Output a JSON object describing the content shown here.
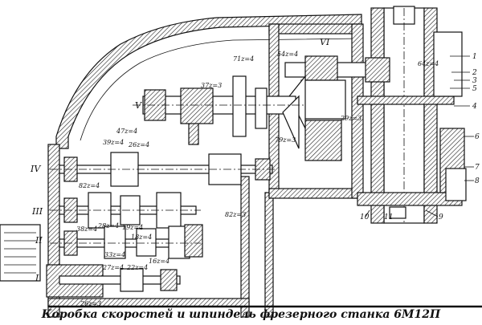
{
  "caption": "Коробка скоростей и шпиндель фрезерного станка 6М12П",
  "shaft_labels": [
    "I",
    "II",
    "III",
    "IV",
    "V",
    "VI"
  ],
  "part_numbers": [
    "1",
    "2",
    "3",
    "4",
    "5",
    "6",
    "7",
    "8",
    "9",
    "10",
    "11"
  ],
  "gear_labels": {
    "g71": "71z=4",
    "g37": "37z=3",
    "g64": "64z=4",
    "g54": "54z=4",
    "g29": "29z=3",
    "g79": "79z=3",
    "g47": "47z=4",
    "g39": "39z=4",
    "g26": "26z=4",
    "g82": "82z=4",
    "g82b": "82z=3",
    "g19": "19z=4",
    "g28": "28z=4",
    "g18": "18z=4",
    "g38": "38z=4",
    "g16": "16z=4",
    "g22": "22z=4",
    "g26b": "26z=3",
    "g27": "27z=4",
    "g33": "33z=4"
  }
}
